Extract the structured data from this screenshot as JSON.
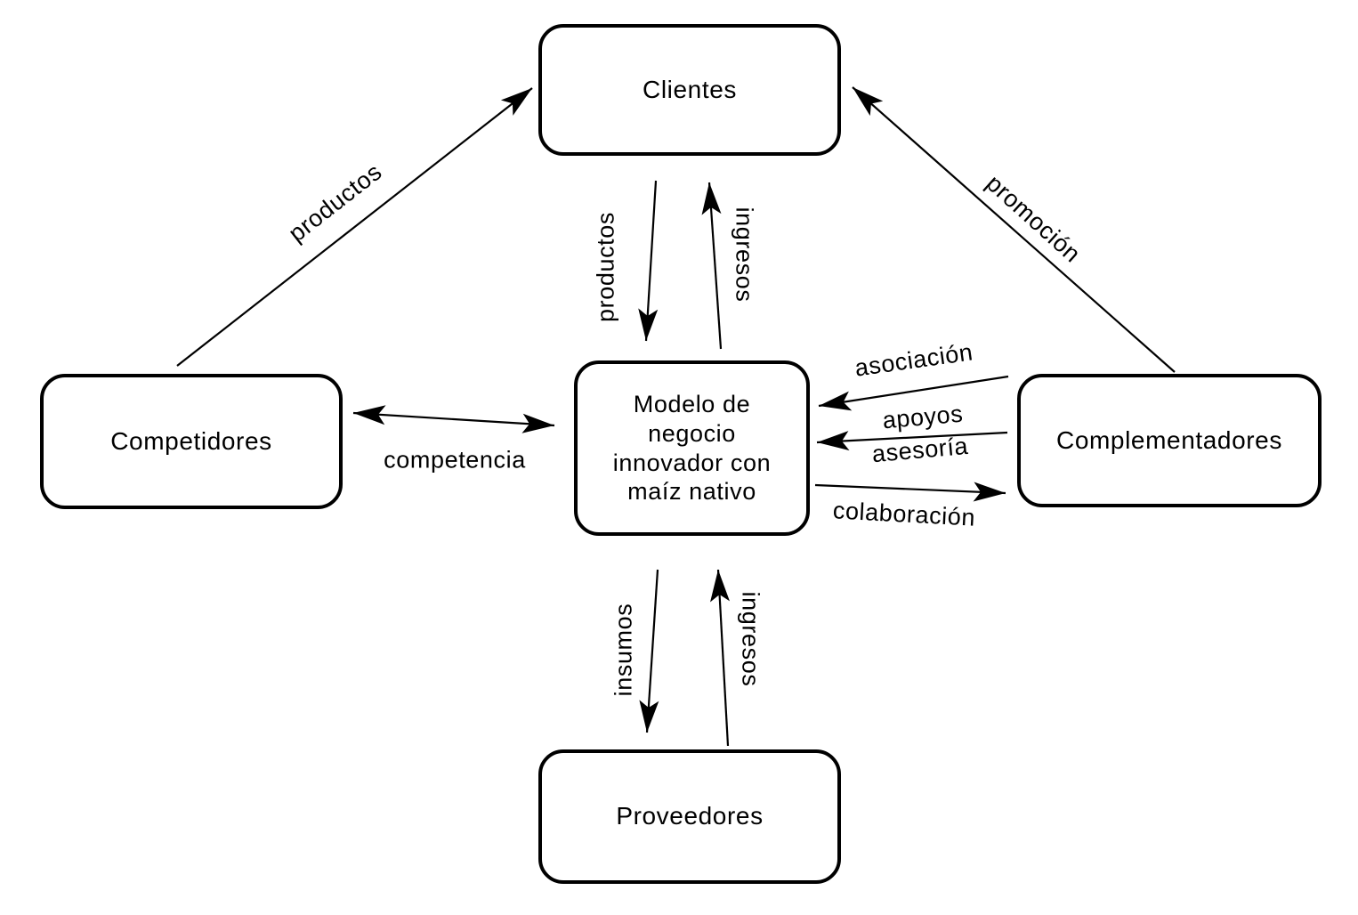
{
  "diagram": {
    "background_color": "#ffffff",
    "line_color": "#000000",
    "text_color": "#000000",
    "nodes": {
      "clientes": {
        "label": "Clientes"
      },
      "competidores": {
        "label": "Competidores"
      },
      "center": {
        "label": "Modelo de negocio innovador con maíz nativo",
        "lines": [
          "Modelo de",
          "negocio",
          "innovador con",
          "maíz nativo"
        ]
      },
      "complementadores": {
        "label": "Complementadores"
      },
      "proveedores": {
        "label": "Proveedores"
      }
    },
    "edges": {
      "productos_to_clientes": {
        "label": "productos",
        "from": "Competidores",
        "to": "Clientes"
      },
      "promocion": {
        "label": "promoción",
        "from": "Complementadores",
        "to": "Clientes"
      },
      "productos_down": {
        "label": "productos",
        "from": "Clientes",
        "to": "Modelo de negocio innovador con maíz nativo"
      },
      "ingresos_top": {
        "label": "ingresos",
        "from": "Modelo de negocio innovador con maíz nativo",
        "to": "Clientes"
      },
      "competencia": {
        "label": "competencia",
        "from": "Competidores",
        "to": "Modelo de negocio innovador con maíz nativo",
        "bidirectional": true
      },
      "asociacion": {
        "label": "asociación",
        "from": "Complementadores",
        "to": "Modelo de negocio innovador con maíz nativo"
      },
      "apoyos_asesoria": {
        "label_top": "apoyos",
        "label_bottom": "asesoría",
        "from": "Complementadores",
        "to": "Modelo de negocio innovador con maíz nativo"
      },
      "colaboracion": {
        "label": "colaboración",
        "from": "Modelo de negocio innovador con maíz nativo",
        "to": "Complementadores"
      },
      "insumos": {
        "label": "insumos",
        "from": "Modelo de negocio innovador con maíz nativo",
        "to": "Proveedores"
      },
      "ingresos_bottom": {
        "label": "ingresos",
        "from": "Proveedores",
        "to": "Modelo de negocio innovador con maíz nativo"
      }
    }
  }
}
